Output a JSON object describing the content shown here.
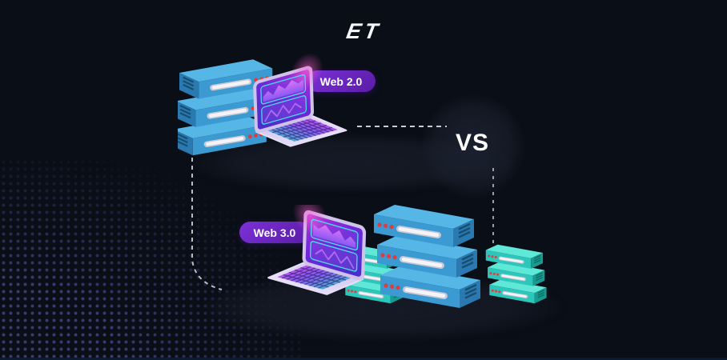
{
  "page": {
    "background_color": "#0a0e16",
    "bottom_bar_color": "#0d1b30",
    "dot_pattern_color": "#4b4080"
  },
  "header": {
    "logo_text": "ET"
  },
  "comparison": {
    "vs_label": "VS",
    "web2": {
      "label": "Web 2.0",
      "illustration": "stack-of-three-blue-servers-with-laptop"
    },
    "web3": {
      "label": "Web 3.0",
      "illustration": "laptop-with-three-server-stacks-cluster"
    },
    "badge_colors": {
      "start": "#7b30d6",
      "end": "#5a1da6"
    }
  },
  "colors": {
    "server_blue_top": "#56b7e6",
    "server_blue_front": "#3b9ad2",
    "server_blue_side": "#2a79b0",
    "server_teal_top": "#5fe7d8",
    "server_teal_front": "#2cc7ba",
    "server_teal_side": "#189a90",
    "indicator_red": "#e23b3b",
    "drive_slot_white": "#f4f4f8",
    "laptop_screen_violet": "#6d28d9",
    "laptop_screen_indigo": "#4630c8",
    "laptop_screen_pink": "#b12fd8",
    "chart_outline_cyan": "#4fd8f0",
    "chart_area_pink": "#e879f9",
    "keyboard_teal": "#2fd8c8",
    "keyboard_purple": "#8b5cf6",
    "dashed_line": "#c9ccd4",
    "text_white": "#ffffff"
  }
}
